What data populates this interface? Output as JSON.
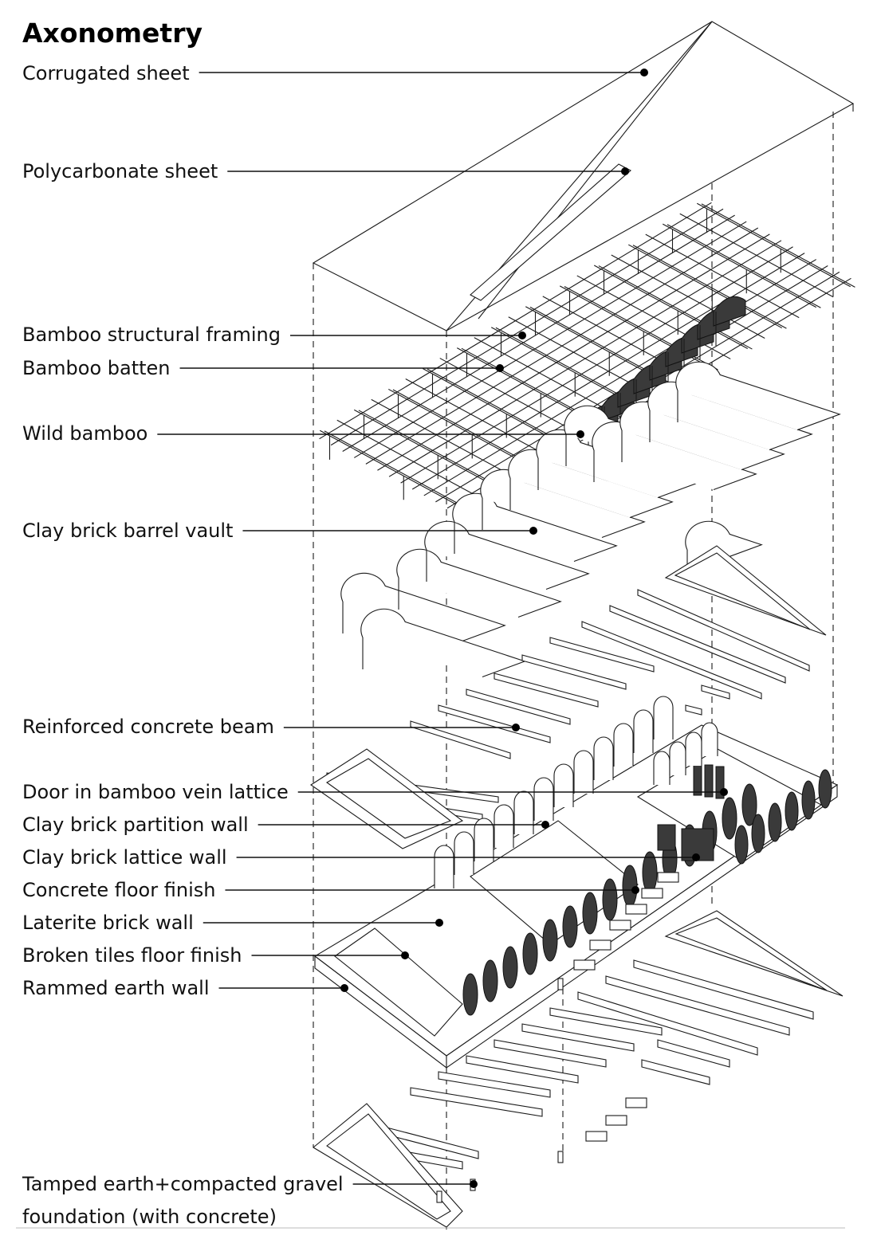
{
  "title": "Axonometry",
  "labels": [
    {
      "id": "corrugated-sheet",
      "lines": [
        "Corrugated sheet"
      ]
    },
    {
      "id": "polycarbonate-sheet",
      "lines": [
        "Polycarbonate sheet"
      ]
    },
    {
      "id": "bamboo-structural-framing",
      "lines": [
        "Bamboo structural framing"
      ]
    },
    {
      "id": "bamboo-batten",
      "lines": [
        "Bamboo batten"
      ]
    },
    {
      "id": "wild-bamboo",
      "lines": [
        "Wild bamboo"
      ]
    },
    {
      "id": "clay-brick-barrel-vault",
      "lines": [
        "Clay brick barrel vault"
      ]
    },
    {
      "id": "reinforced-concrete-beam",
      "lines": [
        "Reinforced concrete beam"
      ]
    },
    {
      "id": "door-in-bamboo-vein-lattice",
      "lines": [
        "Door in bamboo vein lattice"
      ]
    },
    {
      "id": "clay-brick-partition-wall",
      "lines": [
        "Clay brick partition wall"
      ]
    },
    {
      "id": "clay-brick-lattice-wall",
      "lines": [
        "Clay brick lattice wall"
      ]
    },
    {
      "id": "concrete-floor-finish",
      "lines": [
        "Concrete floor finish"
      ]
    },
    {
      "id": "laterite-brick-wall",
      "lines": [
        "Laterite brick wall"
      ]
    },
    {
      "id": "broken-tiles-floor-finish",
      "lines": [
        "Broken tiles floor finish"
      ]
    },
    {
      "id": "rammed-earth-wall",
      "lines": [
        "Rammed earth wall"
      ]
    },
    {
      "id": "foundation",
      "lines": [
        "Tamped earth+compacted gravel",
        "foundation (with concrete)"
      ]
    }
  ]
}
